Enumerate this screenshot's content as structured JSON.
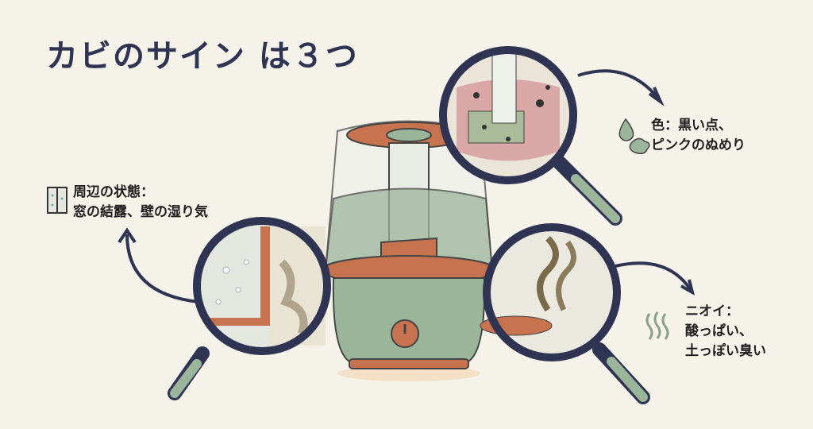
{
  "title": "カビのサイン は３つ",
  "signs": [
    {
      "icon": "water-drop-stain-icon",
      "lines": [
        "色：黒い点、",
        "ピンクのぬめり"
      ]
    },
    {
      "icon": "window-condensation-icon",
      "lines": [
        "周辺の状態：",
        "窓の結露、壁の湿り気"
      ]
    },
    {
      "icon": "odor-waves-icon",
      "lines": [
        "ニオイ：",
        "酸っぱい、",
        "土っぽい臭い"
      ]
    }
  ],
  "colors": {
    "navy": "#2f3453",
    "green": "#9bb59a",
    "terracotta": "#c8734f",
    "background": "#f5f2ea"
  }
}
